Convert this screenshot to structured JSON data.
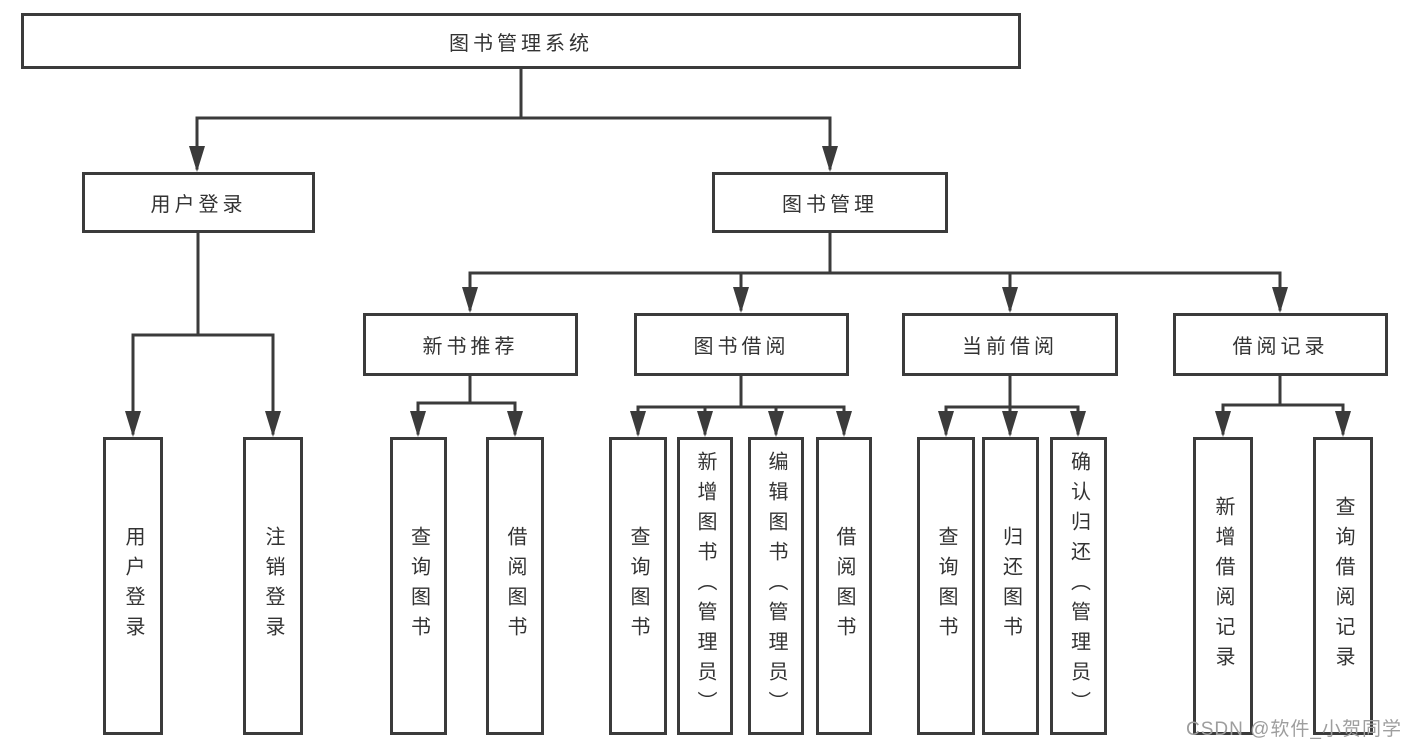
{
  "nodes": {
    "root": "图书管理系统",
    "l2": {
      "user_login": "用户登录",
      "book_mgmt": "图书管理"
    },
    "l3": {
      "new_books": "新书推荐",
      "borrowing": "图书借阅",
      "current": "当前借阅",
      "records": "借阅记录"
    },
    "leaves": {
      "login": "用户登录",
      "logout": "注销登录",
      "nb_query": "查询图书",
      "nb_borrow": "借阅图书",
      "bw_query": "查询图书",
      "bw_add": "新增图书（管理员）",
      "bw_edit": "编辑图书（管理员）",
      "bw_borrow": "借阅图书",
      "cur_query": "查询图书",
      "cur_return": "归还图书",
      "cur_confirm": "确认归还（管理员）",
      "rec_add": "新增借阅记录",
      "rec_query": "查询借阅记录"
    }
  },
  "watermark": "CSDN @软件_小贺同学",
  "colors": {
    "line": "#3b3b3b",
    "text": "#333333",
    "watermark_text": "#9e9e9e",
    "background": "#ffffff"
  }
}
